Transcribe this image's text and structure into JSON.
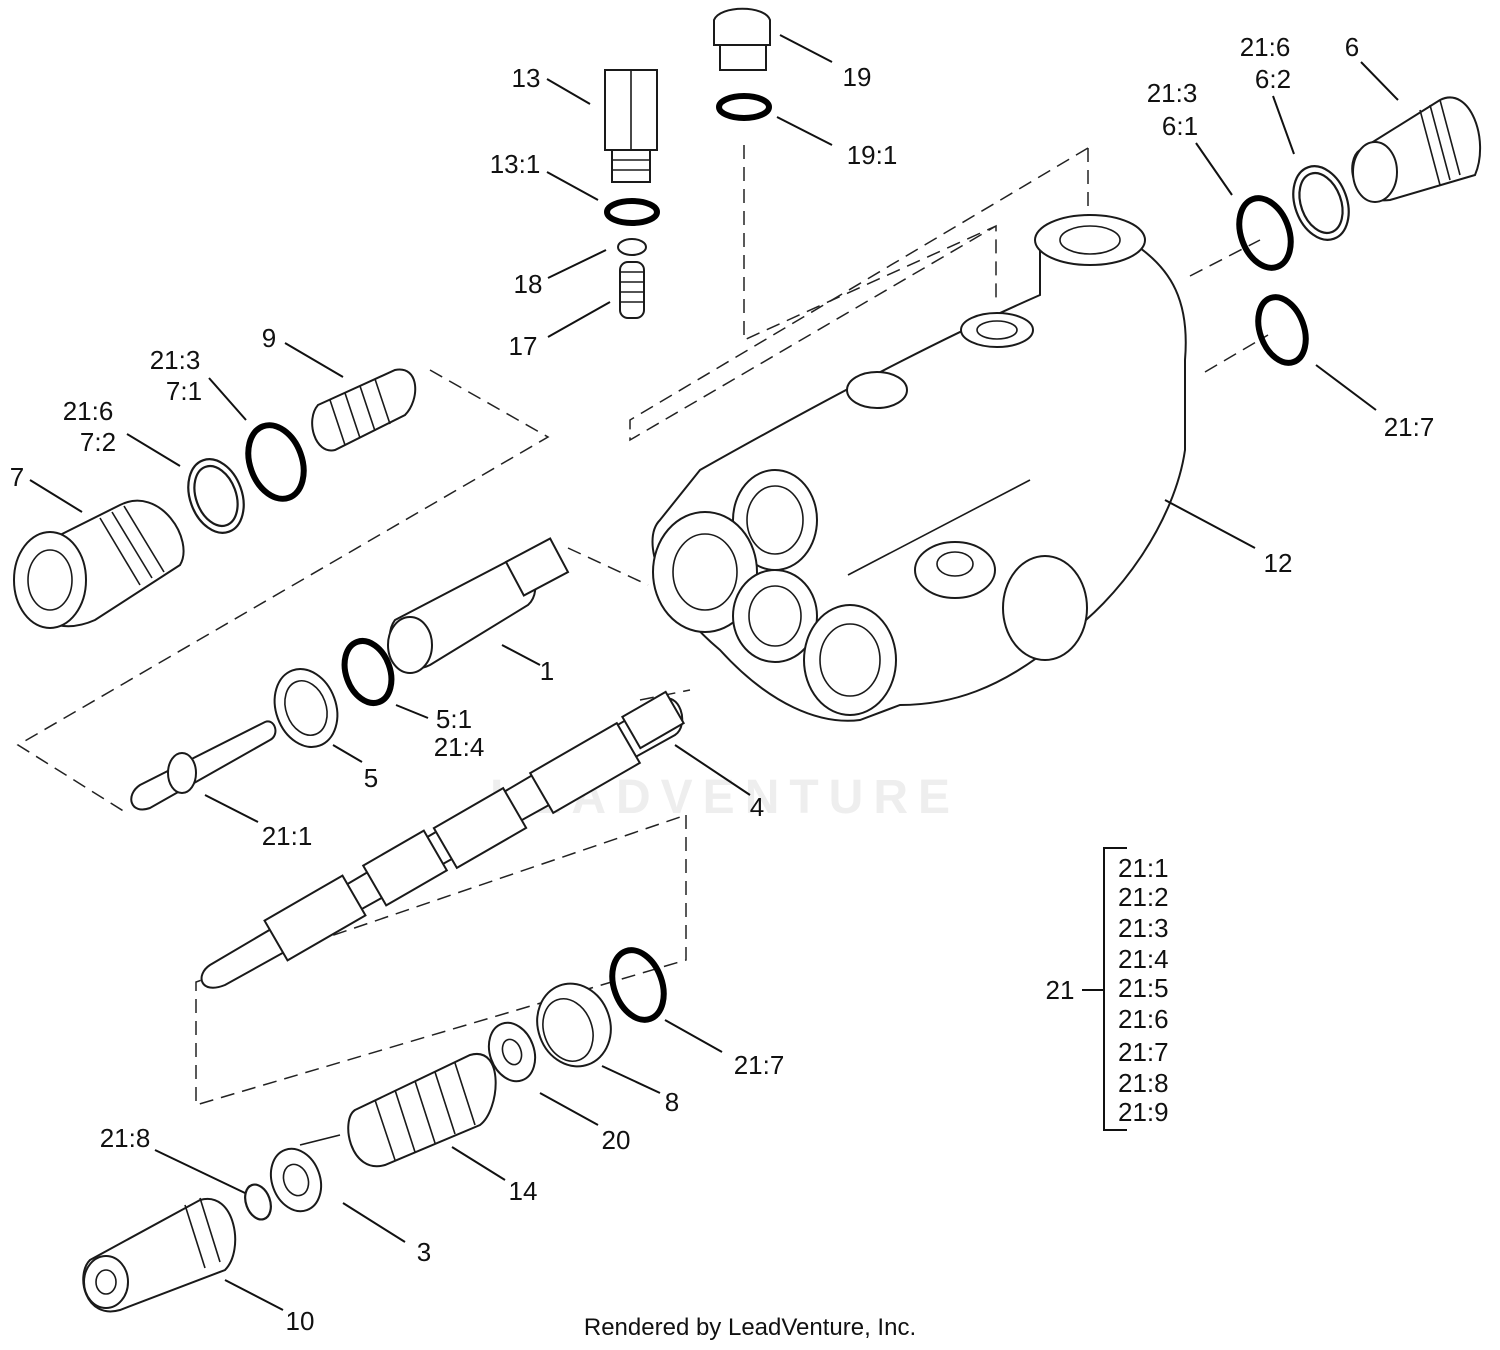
{
  "diagram": {
    "callouts": {
      "c1": "1",
      "c3": "3",
      "c4": "4",
      "c5": "5",
      "c6": "6",
      "c7": "7",
      "c8": "8",
      "c9": "9",
      "c10": "10",
      "c12": "12",
      "c13": "13",
      "c13_1": "13:1",
      "c14": "14",
      "c17": "17",
      "c18": "18",
      "c19": "19",
      "c19_1": "19:1",
      "c20": "20",
      "c21_1": "21:1",
      "c21_7_left": "21:7",
      "c21_7_right": "21:7",
      "c21_8": "21:8",
      "c21_3_a": "21:3",
      "c7_1": "7:1",
      "c21_6_a": "21:6",
      "c7_2": "7:2",
      "c5_1": "5:1",
      "c21_4": "21:4",
      "c21_3_b": "21:3",
      "c6_1": "6:1",
      "c21_6_b": "21:6",
      "c6_2": "6:2"
    },
    "kit": {
      "label": "21",
      "items": [
        "21:1",
        "21:2",
        "21:3",
        "21:4",
        "21:5",
        "21:6",
        "21:7",
        "21:8",
        "21:9"
      ]
    }
  },
  "watermark": "LEADVENTURE",
  "footer": "Rendered by LeadVenture, Inc."
}
